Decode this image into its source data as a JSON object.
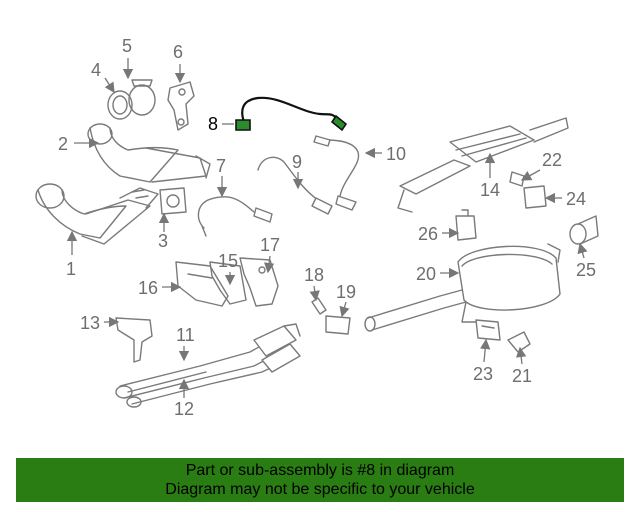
{
  "diagram": {
    "highlighted_part": "8",
    "callouts": [
      "1",
      "2",
      "3",
      "4",
      "5",
      "6",
      "7",
      "8",
      "9",
      "10",
      "11",
      "12",
      "13",
      "14",
      "15",
      "16",
      "17",
      "18",
      "19",
      "20",
      "21",
      "22",
      "23",
      "24",
      "25",
      "26"
    ]
  },
  "footer": {
    "line1": "Part or sub-assembly is #8 in diagram",
    "line2": "Diagram may not be specific to your vehicle",
    "background": "#2a7d12"
  }
}
